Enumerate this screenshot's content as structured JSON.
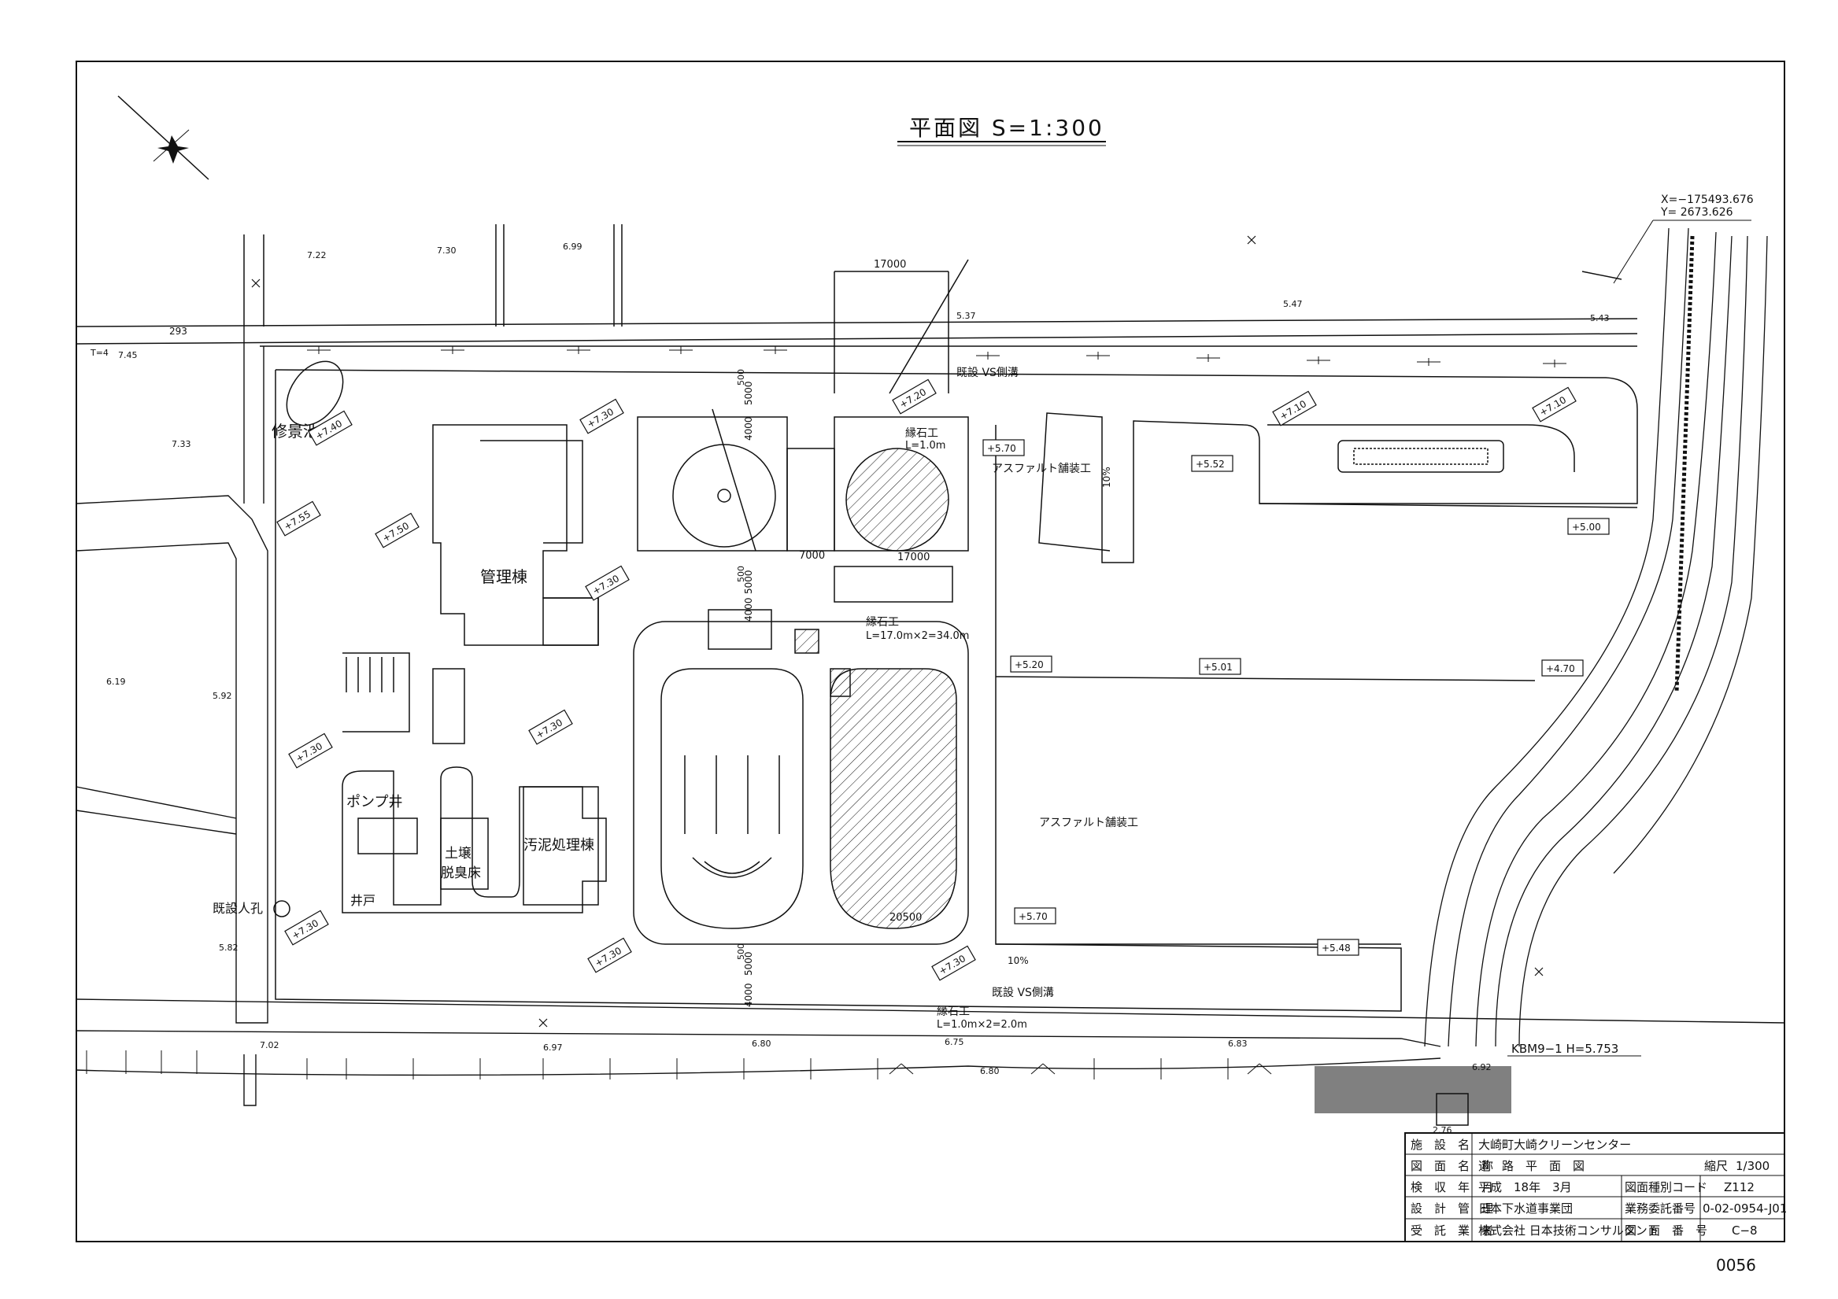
{
  "title": "平面図 S=1:300",
  "coordinates": {
    "x": "X=−175493.676",
    "y": "Y= 2673.626"
  },
  "page_number": "0056",
  "labels": {
    "shukeiike": "修景池",
    "kanritou": "管理棟",
    "pump": "ポンプ井",
    "dojou": "土壌",
    "dasshu": "脱臭床",
    "odei": "汚泥処理棟",
    "ido": "井戸",
    "kisetsu_masu": "既設人孔",
    "kisetsu_vs_top": "既設 VS側溝",
    "kisetsu_vs_bottom": "既設 VS側溝",
    "asphalt1": "アスファルト舗装工",
    "asphalt2": "アスファルト舗装工",
    "yoseki_top": "縁石工",
    "yoseki_top_l": "L=1.0m",
    "yoseki_mid": "縁石工",
    "yoseki_mid_l": "L=17.0m×2=34.0m",
    "yoseki_bot": "縁石工",
    "yoseki_bot_l": "L=1.0m×2=2.0m",
    "kbm": "KBM9−1 H=5.753",
    "dim_17000": "17000",
    "dim_7000": "7000",
    "dim_17000b": "17000",
    "dim_20500": "20500",
    "dim_5000a": "5000",
    "dim_4000a": "4000",
    "dim_5000b": "5000",
    "dim_4000b": "4000",
    "dim_5000c": "5000",
    "dim_4000c": "4000",
    "dim_500a": "500",
    "dim_500b": "500",
    "dim_500c": "500",
    "slope_10pct_a": "10%",
    "slope_10pct_b": "10%",
    "dim_293": "293"
  },
  "elevation_boxes": [
    "+7.40",
    "+7.55",
    "+7.50",
    "+7.30",
    "+7.30",
    "+7.30",
    "+7.30",
    "+7.30",
    "+7.30",
    "+7.20",
    "+5.70",
    "+5.52",
    "+7.10",
    "+7.10",
    "+5.00",
    "+5.20",
    "+5.01",
    "+4.70",
    "+5.70",
    "+5.48",
    "+7.30"
  ],
  "spot_elevations": [
    "7.22",
    "7.30",
    "6.99",
    "5.37",
    "5.47",
    "5.43",
    "7.45",
    "7.33",
    "6.19",
    "5.92",
    "5.82",
    "7.02",
    "6.97",
    "6.80",
    "6.75",
    "6.80",
    "6.83",
    "6.92",
    "2.76",
    "T=4"
  ],
  "title_block": {
    "rows": [
      {
        "label": "施　設　名",
        "value": "大崎町大崎クリーンセンター"
      },
      {
        "label": "図　面　名　称",
        "value": "道　路　平　面　図",
        "extra_label": "縮尺",
        "extra_value": "1/300"
      },
      {
        "label": "検　収　年　月",
        "value": "平成　18年　3月",
        "extra_label": "図面種別コード",
        "extra_value": "Z112"
      },
      {
        "label": "設　計　管　理",
        "value": "日本下水道事業団",
        "extra_label": "業務委託番号",
        "extra_value": "0-02-0954-J01"
      },
      {
        "label": "受　託　業　者",
        "value": "株式会社 日本技術コンサルタント",
        "extra_label": "図　面　番　号",
        "extra_value": "C−8"
      }
    ]
  }
}
